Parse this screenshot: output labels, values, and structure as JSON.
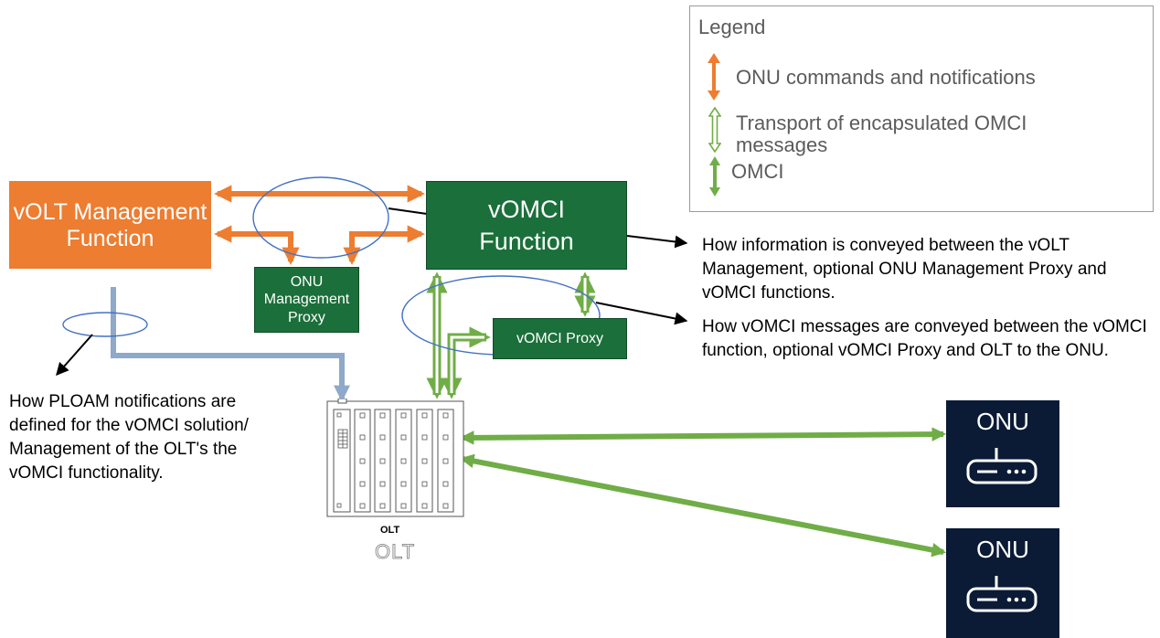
{
  "boxes": {
    "volt": "vOLT Management Function",
    "vomci": "vOMCI Function",
    "onu_mgmt_proxy": "ONU\nManagement\nProxy",
    "vomci_proxy": "vOMCI Proxy"
  },
  "onu_devices": [
    {
      "label": "ONU"
    },
    {
      "label": "ONU"
    }
  ],
  "olt": {
    "label_small": "OLT",
    "label_large": "OLT"
  },
  "legend": {
    "title": "Legend",
    "items": [
      {
        "text": "ONU commands and notifications",
        "color": "#ed7d31",
        "style": "solid-double-arrow"
      },
      {
        "text": "Transport of encapsulated OMCI messages",
        "color": "#70ad47",
        "style": "hollow-double-arrow"
      },
      {
        "text": "OMCI",
        "color": "#70ad47",
        "style": "solid-double-arrow"
      }
    ]
  },
  "annotations": {
    "info_conveyed": "How information is conveyed between the vOLT Management, optional ONU Management Proxy and vOMCI functions.",
    "vomci_messages": "How vOMCI messages are conveyed between the vOMCI function, optional vOMCI Proxy and OLT to the ONU.",
    "ploam": "How PLOAM notifications are defined for the vOMCI solution/ Management of the OLT's the vOMCI functionality."
  },
  "colors": {
    "volt_orange": "#ed7d31",
    "vomci_green": "#1b6f3a",
    "omci_green": "#70ad47",
    "ploam_blue": "#8ea9c9",
    "onu_navy": "#0b1b36",
    "ellipse_blue": "#4472c4"
  }
}
